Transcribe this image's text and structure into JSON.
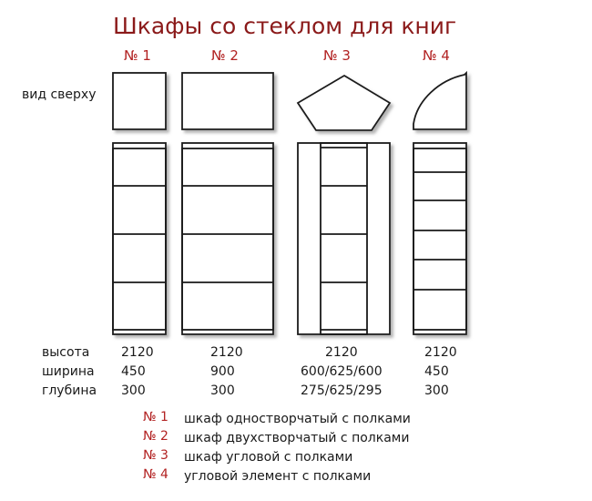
{
  "title": "Шкафы со стеклом для книг",
  "top_view_label": "вид сверху",
  "cabinets": [
    {
      "number": "№ 1",
      "height": "2120",
      "width": "450",
      "depth": "300"
    },
    {
      "number": "№ 2",
      "height": "2120",
      "width": "900",
      "depth": "300"
    },
    {
      "number": "№ 3",
      "height": "2120",
      "width": "600/625/600",
      "depth": "275/625/295"
    },
    {
      "number": "№ 4",
      "height": "2120",
      "width": "450",
      "depth": "300"
    }
  ],
  "spec_labels": {
    "height": "высота",
    "width": "ширина",
    "depth": "глубина"
  },
  "legend": [
    {
      "number": "№ 1",
      "text": "шкаф одностворчатый с полками"
    },
    {
      "number": "№ 2",
      "text": "шкаф двухстворчатый с полками"
    },
    {
      "number": "№ 3",
      "text": "шкаф угловой с полками"
    },
    {
      "number": "№ 4",
      "text": "угловой элемент с полками"
    }
  ],
  "colors": {
    "title": "#8b1a1a",
    "numbers": "#b22222",
    "lines": "#1a1a1a",
    "shadow": "#9a9a9a"
  }
}
